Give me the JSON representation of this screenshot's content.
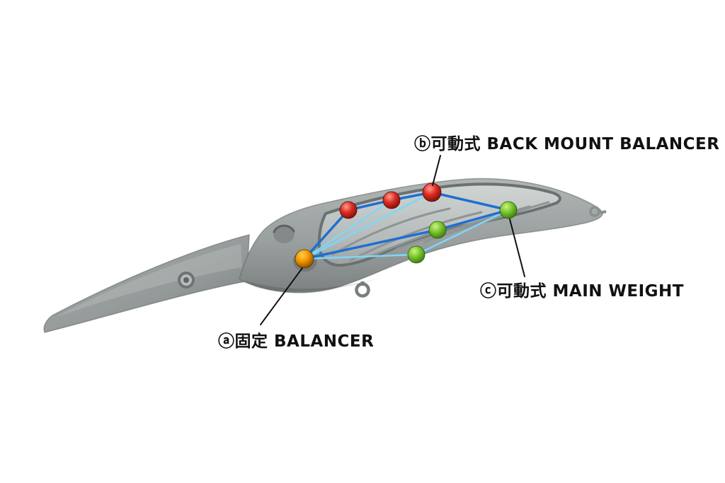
{
  "diagram": {
    "labels": {
      "back_mount_balancer": "ⓑ可動式 BACK MOUNT BALANCER",
      "main_weight": "ⓒ可動式 MAIN WEIGHT",
      "fixed_balancer": "ⓐ固定 BALANCER"
    }
  },
  "colors": {
    "background": "#ffffff",
    "leader_line": "#111111",
    "path_dark_blue": "#1e6fd2",
    "path_light_blue": "#7fd6f8",
    "orange": {
      "light": "#ffd24d",
      "mid": "#f29500",
      "dark": "#7a4300"
    },
    "red": {
      "light": "#ff9e8e",
      "mid": "#dd2b22",
      "dark": "#700d08"
    },
    "green": {
      "light": "#cdf286",
      "mid": "#79c62e",
      "dark": "#35700e"
    }
  }
}
